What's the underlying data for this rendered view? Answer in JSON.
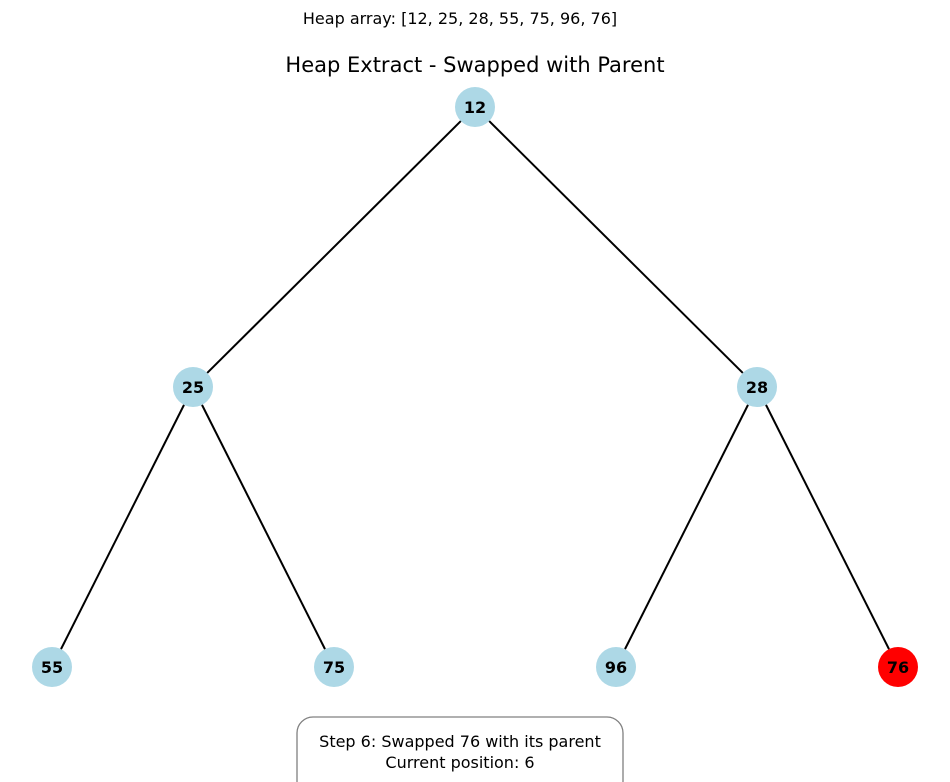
{
  "header": {
    "heap_array_text": "Heap array: [12, 25, 28, 55, 75, 96, 76]"
  },
  "title": "Heap Extract - Swapped with Parent",
  "colors": {
    "node_default": "#add8e6",
    "node_highlight": "#ff0000",
    "edge": "#000000"
  },
  "tree": {
    "heap": [
      12,
      25,
      28,
      55,
      75,
      96,
      76
    ],
    "highlight_index": 6,
    "nodes": [
      {
        "label": "12"
      },
      {
        "label": "25"
      },
      {
        "label": "28"
      },
      {
        "label": "55"
      },
      {
        "label": "75"
      },
      {
        "label": "96"
      },
      {
        "label": "76"
      }
    ]
  },
  "status": {
    "line1": "Step 6: Swapped 76 with its parent",
    "line2": "Current position: 6"
  }
}
